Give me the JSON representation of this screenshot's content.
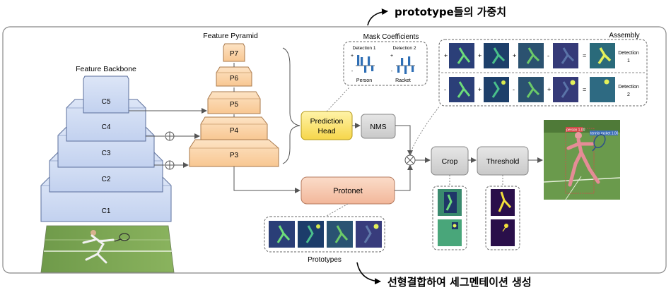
{
  "annotations": {
    "top": "prototype들의 가중치",
    "bottom": "선형결합하여 세그멘테이션 생성"
  },
  "backbone": {
    "title": "Feature Backbone",
    "layers": [
      "C5",
      "C4",
      "C3",
      "C2",
      "C1"
    ]
  },
  "pyramid": {
    "title": "Feature Pyramid",
    "layers": [
      "P7",
      "P6",
      "P5",
      "P4",
      "P3"
    ]
  },
  "mask_coefficients": {
    "title": "Mask Coefficients",
    "detection_1": "Detection 1",
    "detection_2": "Detection 2",
    "label_1": "Person",
    "label_2": "Racket",
    "plus": "+",
    "minus": "-"
  },
  "blocks": {
    "prediction_head": [
      "Prediction",
      "Head"
    ],
    "nms": "NMS",
    "protonet": "Protonet",
    "crop": "Crop",
    "threshold": "Threshold"
  },
  "prototypes_label": "Prototypes",
  "assembly": {
    "title": "Assembly",
    "row1": {
      "ops": [
        "+",
        "+",
        "+",
        "-",
        "="
      ],
      "label": [
        "Detection",
        "1"
      ]
    },
    "row2": {
      "ops": [
        "-",
        "+",
        "-",
        "+",
        "="
      ],
      "label": [
        "Detection",
        "2"
      ]
    }
  },
  "result_labels": {
    "person": "person 1.00",
    "racket": "tennis racket 1.00"
  }
}
